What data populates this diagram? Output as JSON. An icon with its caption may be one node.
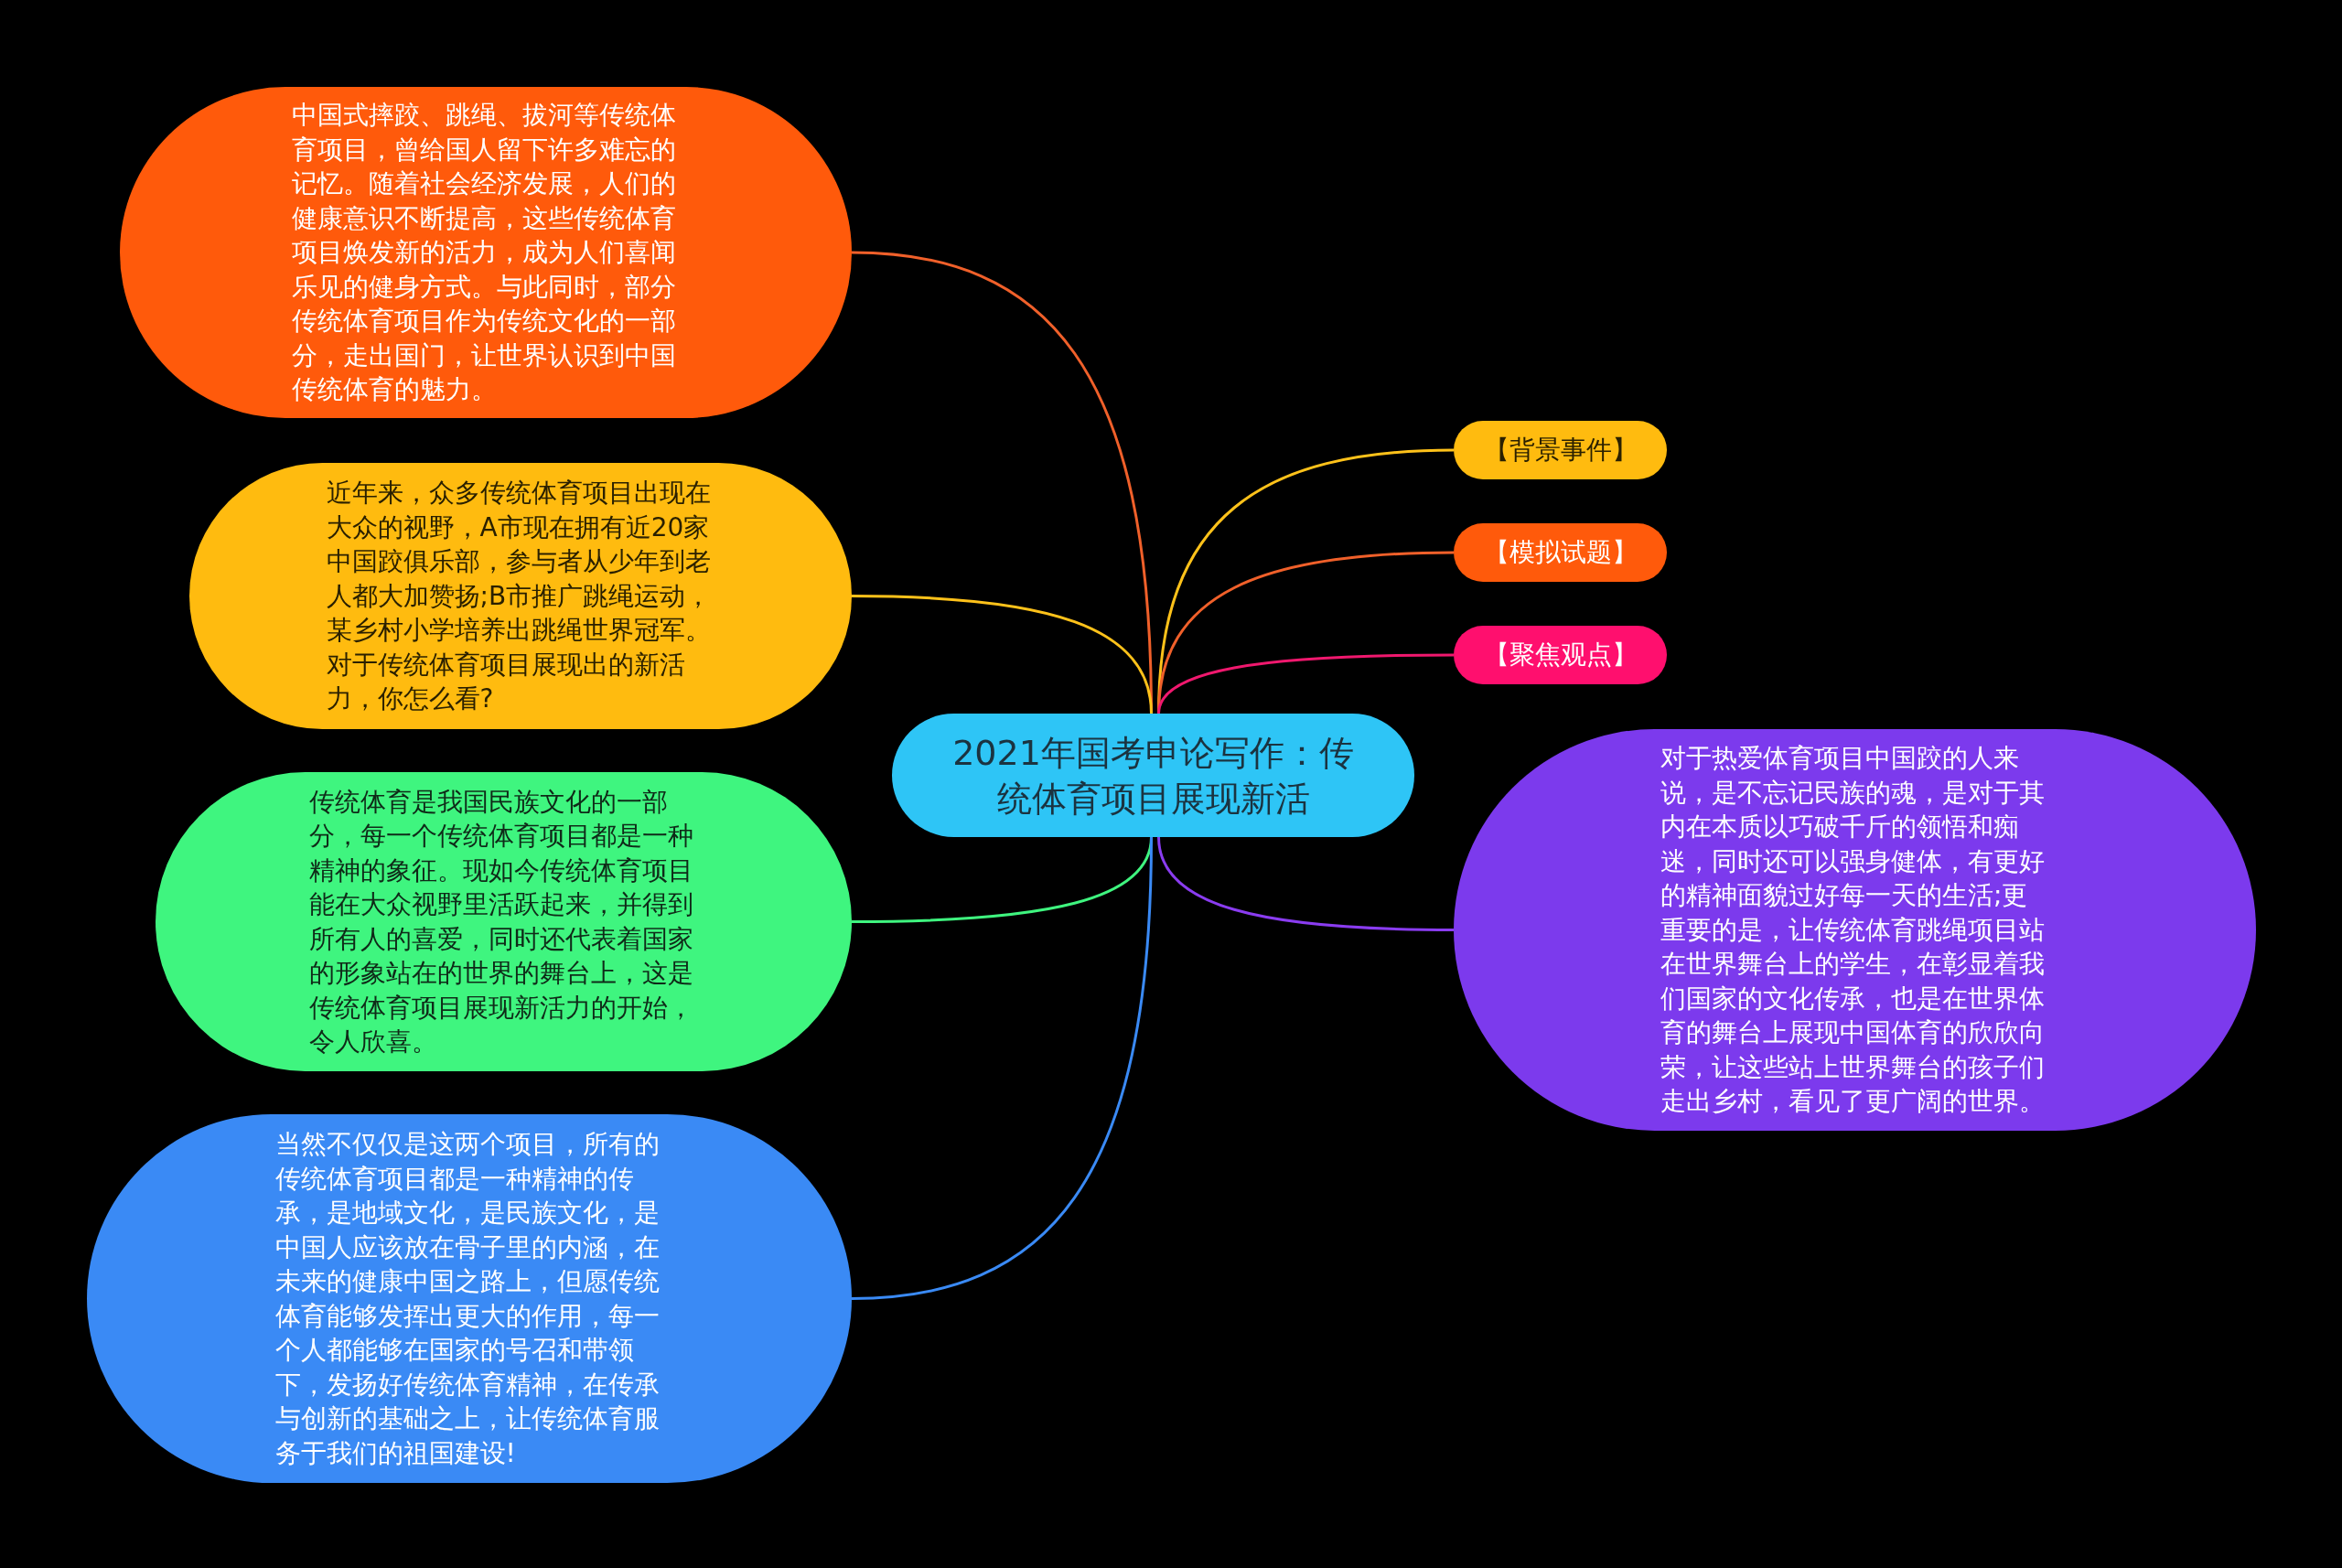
{
  "diagram": {
    "nodes": [
      {
        "text": [
          "2021年国考申论写作：传统体育项目展现新活"
        ]
      },
      {
        "text": [
          "中国式摔跤、跳绳、拔河等传统体育项目，曾给国人留下许多难忘的记忆。随着社会经济发展，人们的健康意识不断提高，这些传统体育项目焕发新的活力，成为人们喜闻乐见的健身方式。与此同时，部分传统体育项目作为传统文化的一部分，走出国门，让世界认识到中国传统体育的魅力。"
        ]
      },
      {
        "text": [
          "近年来，众多传统体育项目出现在大众的视野，A市现在拥有近20家中国跤俱乐部，参与者从少年到老人都大加赞扬;B市推广跳绳运动，某乡村小学培养出跳绳世界冠军。对于传统体育项目展现出的新活力，你怎么看?"
        ]
      },
      {
        "text": [
          "传统体育是我国民族文化的一部分，每一个传统体育项目都是一种精神的象征。现如今传统体育项目能在大众视野里活跃起来，并得到所有人的喜爱，同时还代表着国家的形象站在的世界的舞台上，这是传统体育项目展现新活力的开始，令人欣喜。"
        ]
      },
      {
        "text": [
          "当然不仅仅是这两个项目，所有的传统体育项目都是一种精神的传承，是地域文化，是民族文化，是中国人应该放在骨子里的内涵，在未来的健康中国之路上，但愿传统体育能够发挥出更大的作用，每一个人都能够在国家的号召和带领下，发扬好传统体育精神，在传承与创新的基础之上，让传统体育服务于我们的祖国建设!"
        ]
      },
      {
        "text": [
          "【背景事件】"
        ]
      },
      {
        "text": [
          "【模拟试题】"
        ]
      },
      {
        "text": [
          "【聚焦观点】"
        ]
      },
      {
        "text": [
          "对于热爱体育项目中国跤的人来说，是不忘记民族的魂，是对于其内在本质以巧破千斤的领悟和痴迷，同时还可以强身健体，有更好的精神面貌过好每一天的生活;更重要的是，让传统体育跳绳项目站在世界舞台上的学生，在彰显着我们国家的文化传承，也是在世界体育的舞台上展现中国体育的欣欣向荣，让这些站上世界舞台的孩子们走出乡村，看见了更广阔的世界。"
        ]
      }
    ],
    "edges": [
      {
        "from": 0,
        "to": 1,
        "arrow": "none",
        "color": "#f0602a"
      },
      {
        "from": 0,
        "to": 2,
        "arrow": "none",
        "color": "#ffc21a"
      },
      {
        "from": 0,
        "to": 3,
        "arrow": "none",
        "color": "#3ff57f"
      },
      {
        "from": 0,
        "to": 4,
        "arrow": "none",
        "color": "#3a8af5"
      },
      {
        "from": 0,
        "to": 5,
        "arrow": "none",
        "color": "#ffc21a"
      },
      {
        "from": 0,
        "to": 6,
        "arrow": "none",
        "color": "#f0602a"
      },
      {
        "from": 0,
        "to": 7,
        "arrow": "none",
        "color": "#f0186e"
      },
      {
        "from": 0,
        "to": 8,
        "arrow": "none",
        "color": "#8a3cf0"
      }
    ]
  }
}
